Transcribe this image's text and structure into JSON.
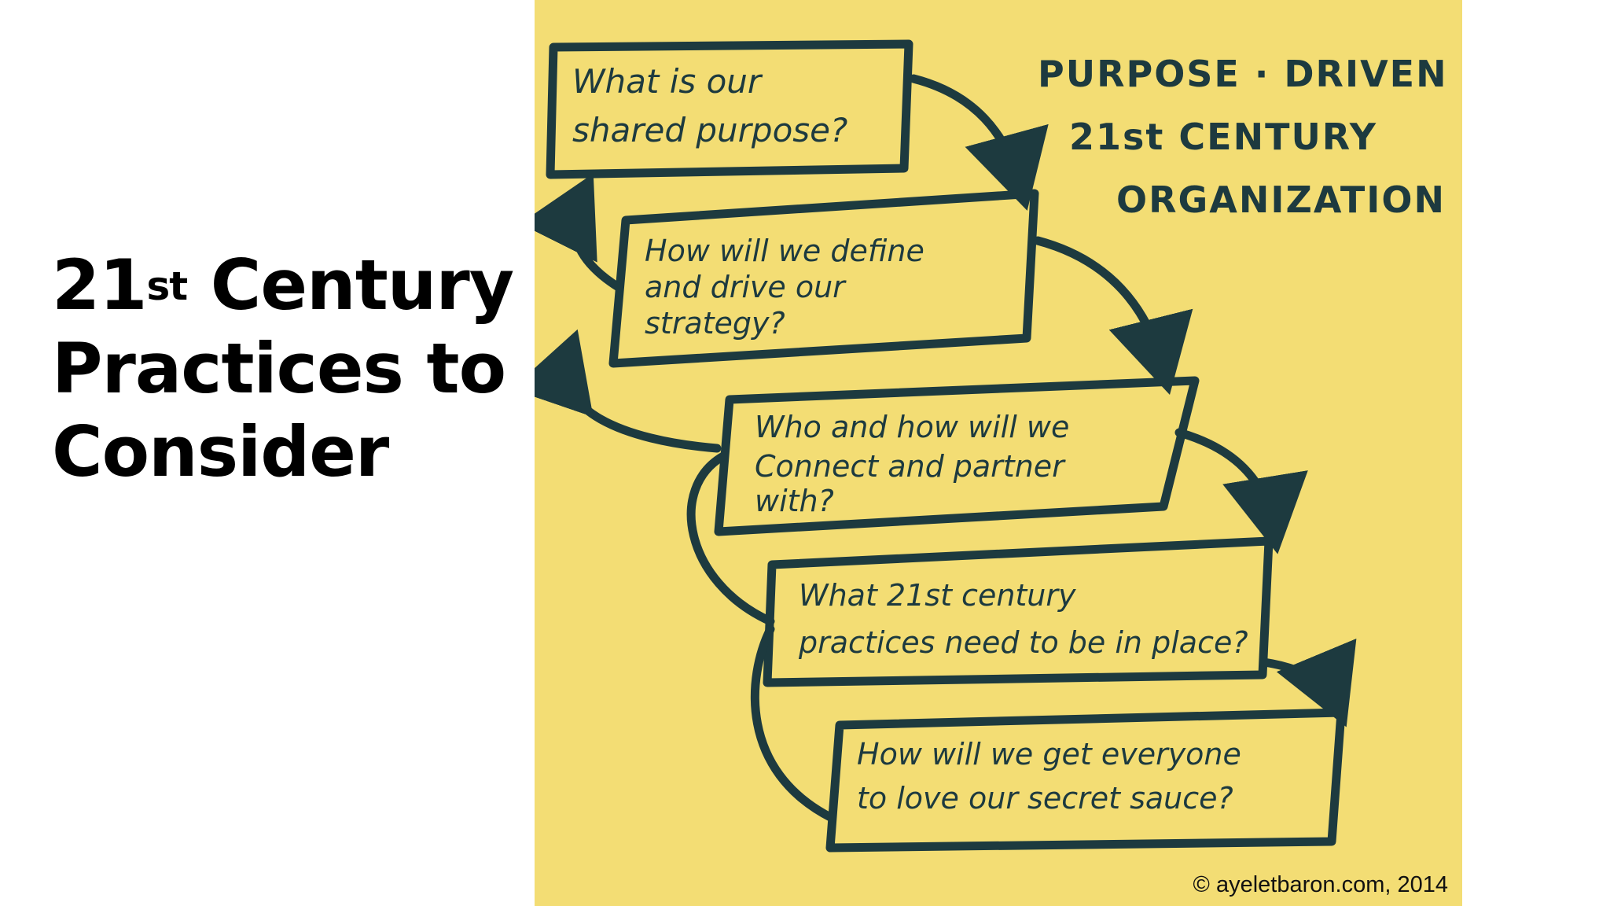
{
  "slide": {
    "title_prefix": "21",
    "title_sup": "st",
    "title_rest_line1": " Century",
    "title_line2": "Practices to",
    "title_line3": "Consider"
  },
  "note": {
    "heading": [
      "PURPOSE · DRIVEN",
      "21st CENTURY",
      "ORGANIZATION"
    ],
    "steps": [
      {
        "lines": [
          "What is our",
          "shared purpose?"
        ]
      },
      {
        "lines": [
          "How will we define",
          "and drive our",
          "strategy?"
        ]
      },
      {
        "lines": [
          "Who and how will we",
          "Connect and partner",
          "with?"
        ]
      },
      {
        "lines": [
          "What 21st century",
          "practices need to be in place?"
        ]
      },
      {
        "lines": [
          "How will we get everyone",
          "to love our secret sauce?"
        ]
      }
    ],
    "copyright": "© ayeletbaron.com, 2014"
  },
  "colors": {
    "sticky_note": "#f3dd74",
    "marker": "#1d3a3f",
    "title_text": "#000000"
  }
}
